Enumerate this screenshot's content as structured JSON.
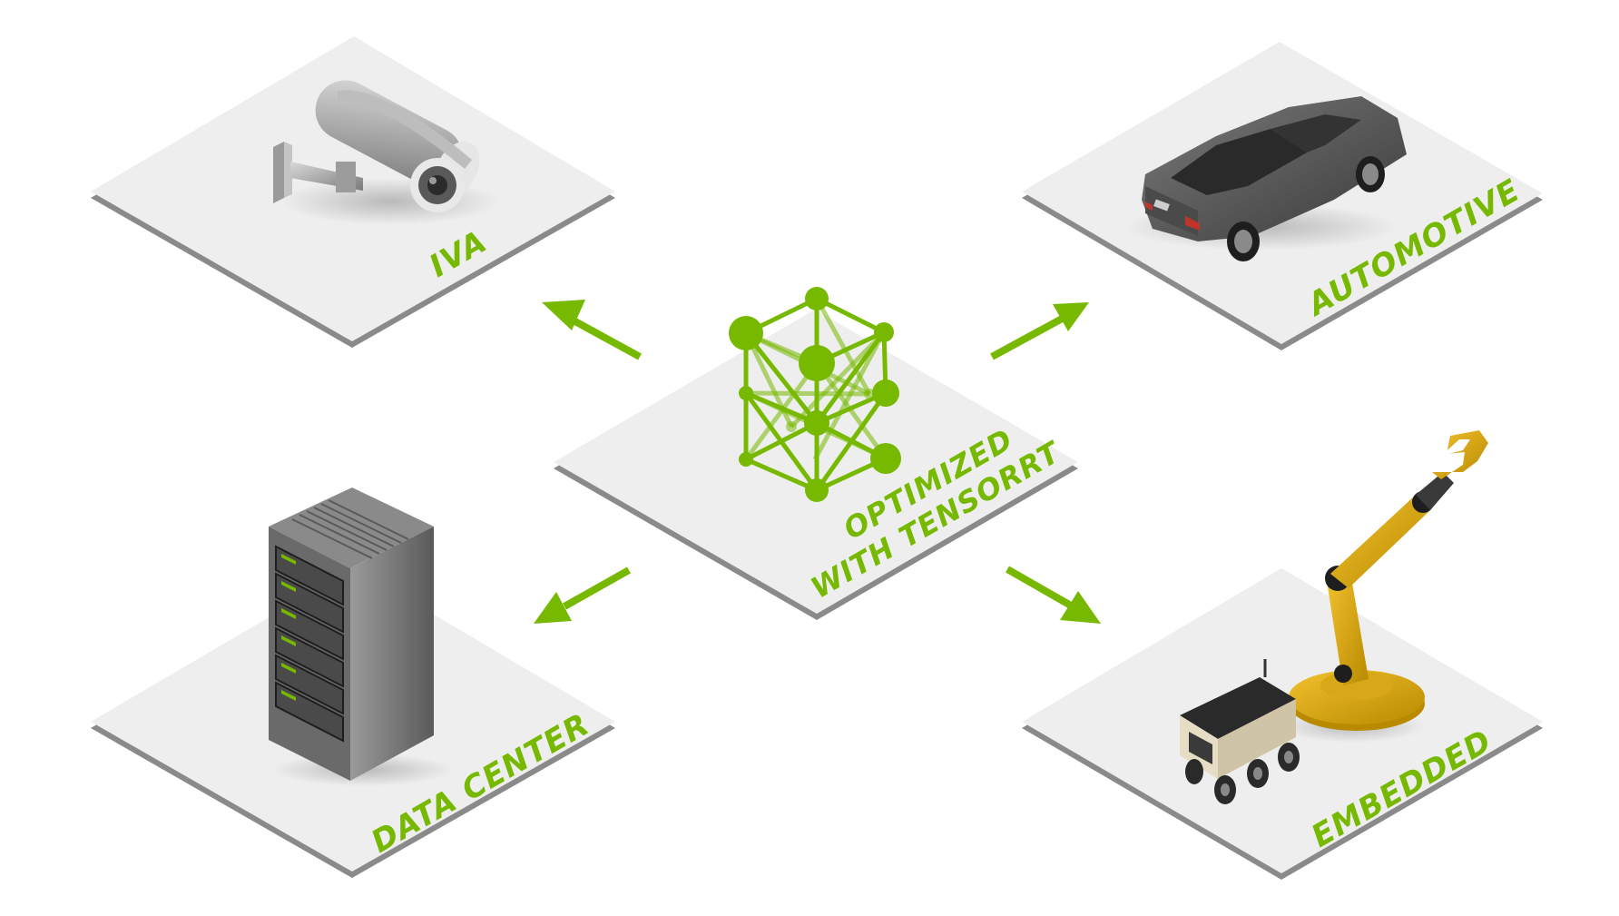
{
  "colors": {
    "accent": "#76b900",
    "platform_top": "#eeeeee",
    "platform_edge": "#8a8a8a"
  },
  "center": {
    "label_line1": "OPTIMIZED",
    "label_line2": "WITH TENSORRT",
    "icon": "neural-network-icon"
  },
  "targets": {
    "iva": {
      "label": "IVA",
      "icon": "security-camera-icon"
    },
    "automotive": {
      "label": "AUTOMOTIVE",
      "icon": "car-icon"
    },
    "datacenter": {
      "label": "DATA CENTER",
      "icon": "server-rack-icon"
    },
    "embedded": {
      "label": "EMBEDDED",
      "icon": "robot-arm-icon"
    }
  }
}
